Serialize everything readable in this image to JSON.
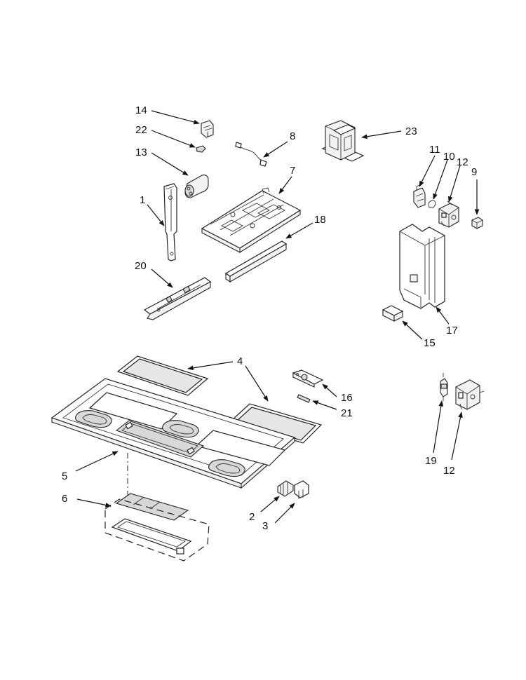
{
  "callouts": {
    "c14": "14",
    "c22": "22",
    "c13": "13",
    "c8": "8",
    "c23": "23",
    "c11": "11",
    "c10": "10",
    "c12a": "12",
    "c9": "9",
    "c7": "7",
    "c1": "1",
    "c18": "18",
    "c20": "20",
    "c17": "17",
    "c15": "15",
    "c4": "4",
    "c16": "16",
    "c21": "21",
    "c5": "5",
    "c6": "6",
    "c2": "2",
    "c3": "3",
    "c19": "19",
    "c12b": "12"
  },
  "colors": {
    "line": "#222222",
    "background": "#ffffff",
    "filter_fill": "#e6e6e6"
  }
}
